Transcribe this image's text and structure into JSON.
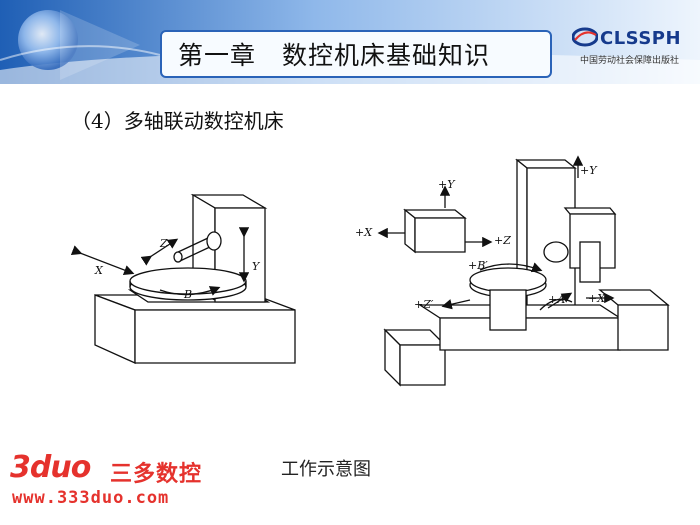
{
  "header": {
    "title": "第一章　数控机床基础知识",
    "logo_text": "CLSSPH",
    "logo_subtext": "中国劳动社会保障出版社"
  },
  "content": {
    "subtitle": "（4）多轴联动数控机床",
    "caption": "工作示意图"
  },
  "diagram_left_labels": {
    "x": "X",
    "z": "Z",
    "y": "Y",
    "b": "B"
  },
  "diagram_right_labels": {
    "plus_y_box": "+Y",
    "plus_x": "+X",
    "plus_z": "+Z",
    "plus_y_column": "+Y",
    "plus_b_prime": "+B′",
    "plus_z_prime": "+Z′",
    "plus_a_prime": "+A′",
    "plus_x_table": "+X"
  },
  "watermark": {
    "brand": "3duo",
    "cn": "三多数控",
    "url": "www.333duo.com"
  },
  "colors": {
    "header_blue": "#1f5fb5",
    "title_border": "#2a63b8",
    "watermark_red": "#e5322d"
  }
}
